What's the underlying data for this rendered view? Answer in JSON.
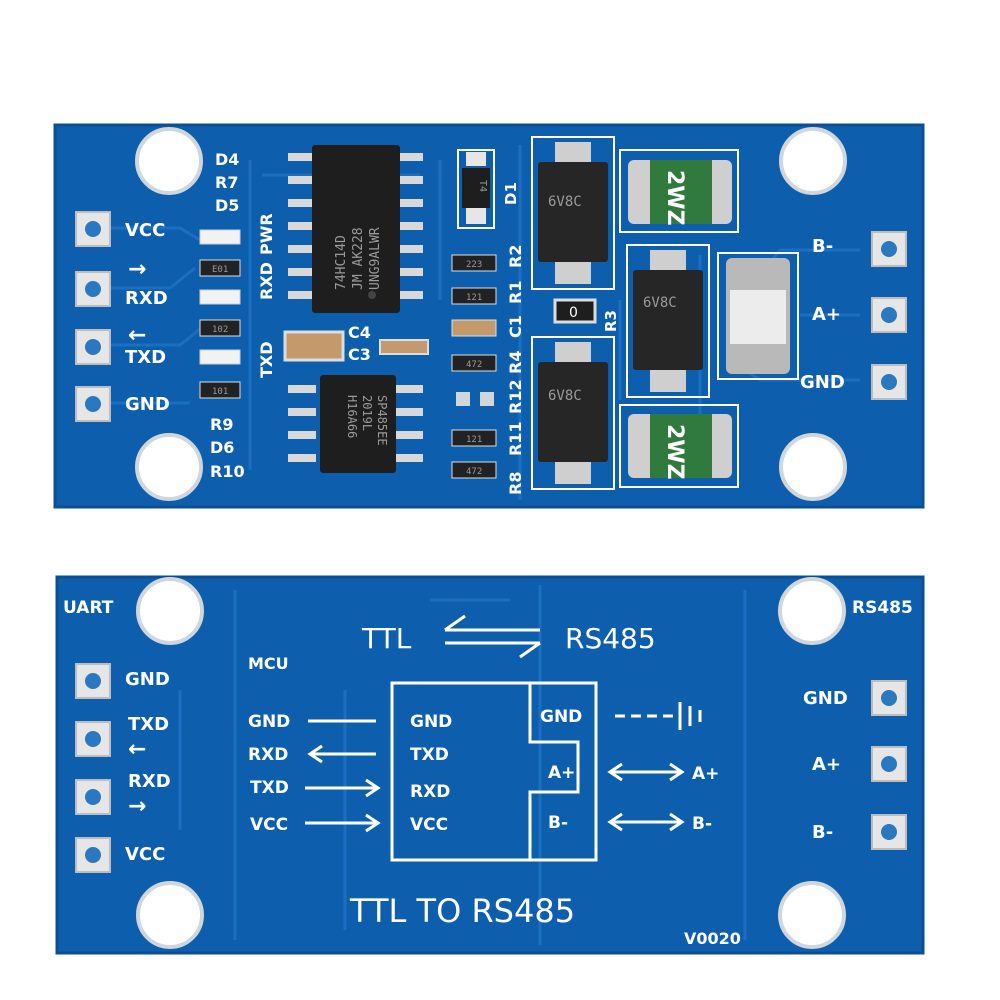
{
  "front": {
    "left_pins": [
      "VCC",
      "RXD",
      "TXD",
      "GND"
    ],
    "right_pins": [
      "B-",
      "A+",
      "GND"
    ],
    "designators": {
      "d4": "D4",
      "r7": "R7",
      "d5": "D5",
      "r9": "R9",
      "d6": "D6",
      "r10": "R10",
      "c4": "C4",
      "c3": "C3",
      "d1": "D1",
      "t4": "T4",
      "r2": "R2",
      "r1": "R1",
      "r3": "R3",
      "c1": "C1",
      "r4": "R4",
      "r12": "R12",
      "r11": "R11",
      "r8": "R8"
    },
    "led_labels": {
      "rxd": "RXD",
      "pwr": "PWR",
      "txd": "TXD"
    },
    "chip_u1": {
      "line1": "74HC14D",
      "line2": "JM AK228",
      "line3": "UNG9ALWR"
    },
    "chip_u2": {
      "line1": "SP485EE",
      "line2": "2019L",
      "line3": "H16A66"
    },
    "tvs_label": "6V8C",
    "fuse_label": "2WZ",
    "resistor_codes": {
      "e01": "E01",
      "r102": "102",
      "r101": "101",
      "r223": "223",
      "r121a": "121",
      "r472a": "472",
      "r121b": "121",
      "r472b": "472",
      "r3": "0"
    },
    "arrow_right": "→",
    "arrow_left": "←"
  },
  "back": {
    "uart_label": "UART",
    "rs485_label": "RS485",
    "mcu_label": "MCU",
    "left_pins": [
      "GND",
      "TXD",
      "RXD",
      "VCC"
    ],
    "right_pins": [
      "GND",
      "A+",
      "B-"
    ],
    "mcu_signals": [
      "GND",
      "RXD",
      "TXD",
      "VCC"
    ],
    "chip_signals": [
      "GND",
      "TXD",
      "RXD",
      "VCC"
    ],
    "chip_right_signals": [
      "GND",
      "A+",
      "B-"
    ],
    "out_signals": [
      "A+",
      "B-"
    ],
    "header_ttl": "TTL",
    "header_rs485": "RS485",
    "footer": "TTL TO RS485",
    "version": "V0020"
  },
  "colors": {
    "pcb": "#0d5fae",
    "pcb_dark": "#0a4f94",
    "silkscreen": "#ffffff",
    "pad": "#e6e6e6",
    "chip": "#1e1e1e",
    "fuse": "#2f7a3c"
  }
}
